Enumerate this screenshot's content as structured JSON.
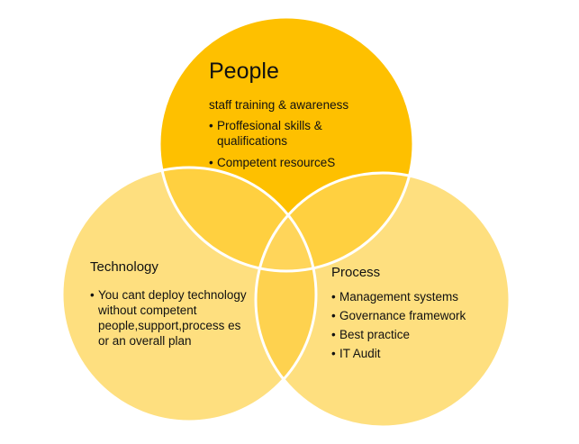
{
  "colors": {
    "people": "#fec000",
    "technology": "#fedf7f",
    "process": "#fedf7f",
    "overlap_people_tech": "#ffd040",
    "overlap_all": "#ffd55a",
    "overlap_tech_process": "#fed24f",
    "outline": "#ffffff",
    "text": "#111111"
  },
  "people": {
    "title": "People",
    "subtitle": "staff training & awareness",
    "items": [
      "Proffesional skills & qualifications",
      "Competent resourceS"
    ]
  },
  "technology": {
    "title": "Technology",
    "items": [
      "You cant deploy technology without competent people,support,process es or an overall plan"
    ]
  },
  "process": {
    "title": "Process",
    "items": [
      "Management systems",
      "Governance framework",
      "Best practice",
      "IT Audit"
    ]
  }
}
